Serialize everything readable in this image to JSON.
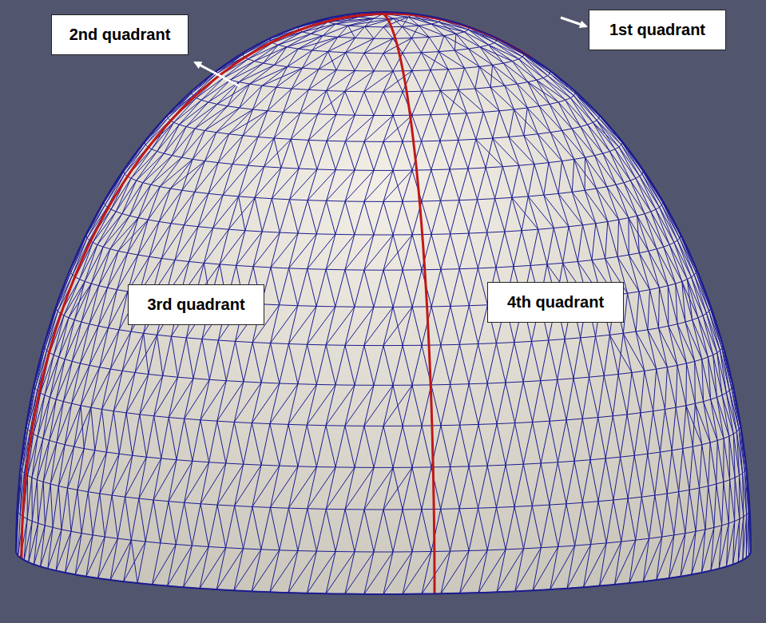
{
  "diagram": {
    "nodes": [
      {
        "text": [
          "2nd quadrant"
        ]
      },
      {
        "text": [
          "1st quadrant"
        ]
      },
      {
        "text": [
          "3rd quadrant"
        ]
      },
      {
        "text": [
          "4th quadrant"
        ]
      }
    ]
  }
}
